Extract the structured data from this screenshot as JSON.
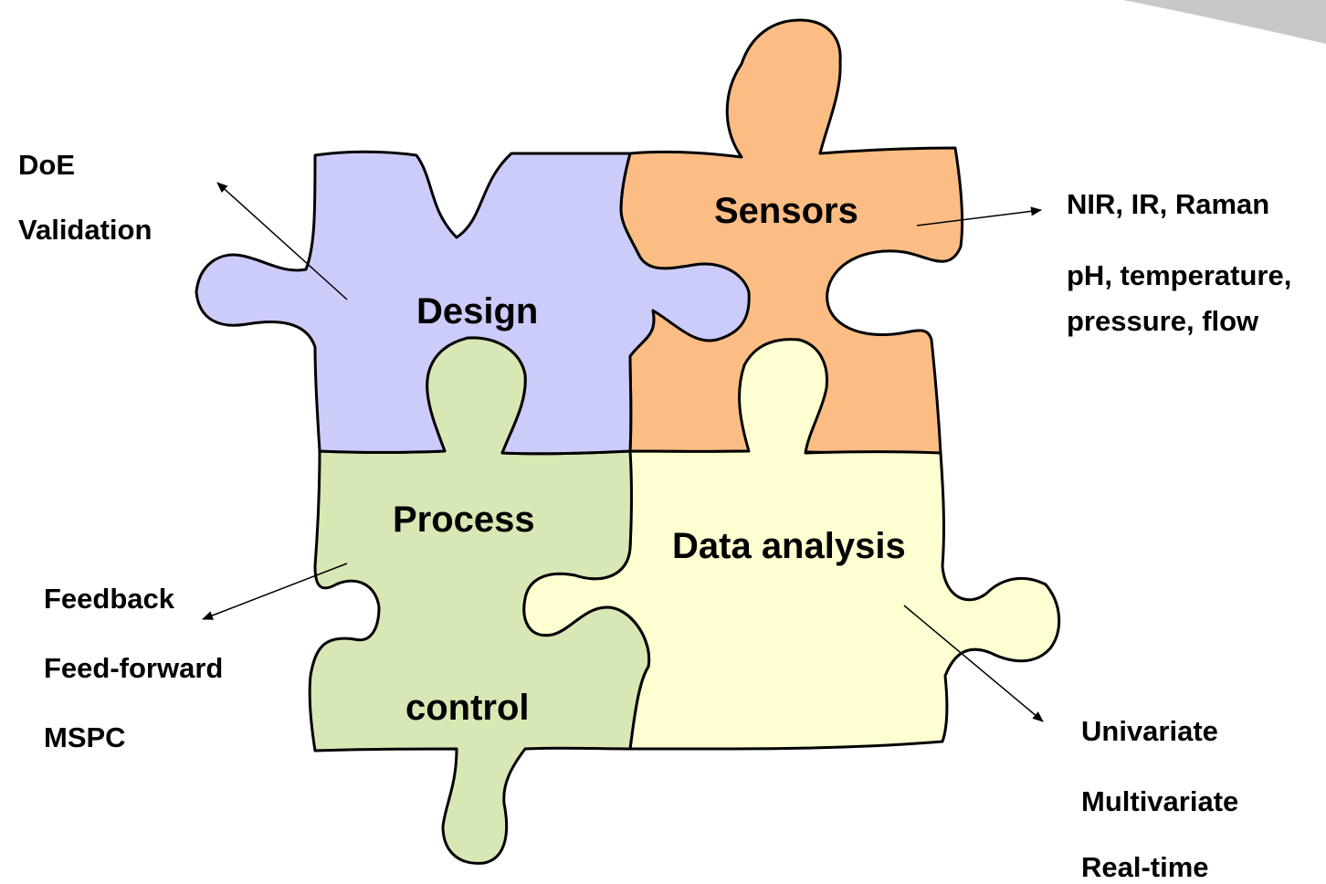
{
  "colors": {
    "design": "#ccccfa",
    "sensors": "#fbbd84",
    "process_control": "#d8e8b4",
    "data_analysis": "#fefed0",
    "corner_shape": "#c8c8c8"
  },
  "pieces": {
    "design": "Design",
    "sensors": "Sensors",
    "process": "Process",
    "control": "control",
    "data_analysis": "Data analysis"
  },
  "notes": {
    "design": [
      "DoE",
      "Validation"
    ],
    "sensors": [
      "NIR, IR, Raman",
      "pH, temperature,",
      "pressure, flow"
    ],
    "process_control": [
      "Feedback",
      "Feed-forward",
      "MSPC"
    ],
    "data_analysis": [
      "Univariate",
      "Multivariate",
      "Real-time"
    ]
  }
}
